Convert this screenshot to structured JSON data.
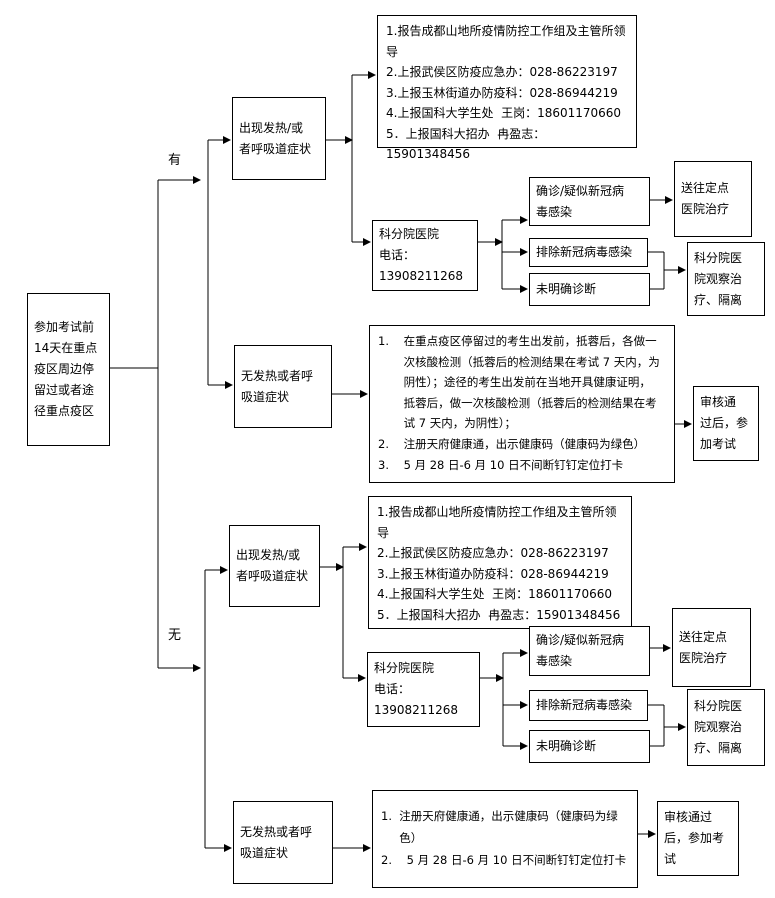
{
  "start": [
    "参加考试前",
    "14天在重点",
    "疫区周边停",
    "留过或者途",
    "径重点疫区"
  ],
  "branch_labels": {
    "yes": "有",
    "no": "无"
  },
  "yes": {
    "fever": [
      "出现发热/或",
      "者呼吸道症状"
    ],
    "report": [
      "1.报告成都山地所疫情防控工作组及主管所领",
      "导",
      "2.上报武侯区防疫应急办：028-86223197",
      "3.上报玉林街道办防疫科：028-86944219",
      "4.上报国科大学生处  王岗：18601170660",
      "5．上报国科大招办  冉盈志：15901348456"
    ],
    "hospital": [
      "科分院医院",
      "电话：",
      "13908211268"
    ],
    "confirmed": [
      "确诊/疑似新冠病",
      "毒感染"
    ],
    "excluded": "排除新冠病毒感染",
    "unclear": "未明确诊断",
    "designated": [
      "送往定点",
      "医院治疗"
    ],
    "observe": [
      "科分院医",
      "院观察治",
      "疗、隔离"
    ],
    "nofever": [
      "无发热或者呼",
      "吸道症状"
    ],
    "steps": [
      "1.    在重点疫区停留过的考生出发前，抵蓉后，各做一",
      "       次核酸检测（抵蓉后的检测结果在考试 7 天内，为",
      "       阴性）；途径的考生出发前在当地开具健康证明，",
      "       抵蓉后，做一次核酸检测（抵蓉后的检测结果在考",
      "       试 7 天内，为阴性）；",
      "2.    注册天府健康通，出示健康码（健康码为绿色）",
      "3.    5 月 28 日-6 月 10 日不间断钉钉定位打卡"
    ],
    "approve": [
      "审核通",
      "过后，参",
      "加考试"
    ]
  },
  "no": {
    "fever": [
      "出现发热/或",
      "者呼吸道症状"
    ],
    "report": [
      "1.报告成都山地所疫情防控工作组及主管所领",
      "导",
      "2.上报武侯区防疫应急办：028-86223197",
      "3.上报玉林街道办防疫科：028-86944219",
      "4.上报国科大学生处  王岗：18601170660",
      "5．上报国科大招办  冉盈志：15901348456"
    ],
    "hospital": [
      "科分院医院",
      "电话：",
      "13908211268"
    ],
    "confirmed": [
      "确诊/疑似新冠病",
      "毒感染"
    ],
    "excluded": "排除新冠病毒感染",
    "unclear": "未明确诊断",
    "designated": [
      "送往定点",
      "医院治疗"
    ],
    "observe": [
      "科分院医",
      "院观察治",
      "疗、隔离"
    ],
    "nofever": [
      "无发热或者呼",
      "吸道症状"
    ],
    "steps": [
      "1.  注册天府健康通，出示健康码（健康码为绿",
      "     色）",
      "2.    5 月 28 日-6 月 10 日不间断钉钉定位打卡"
    ],
    "approve": [
      "审核通过",
      "后，参加考",
      "试"
    ]
  }
}
